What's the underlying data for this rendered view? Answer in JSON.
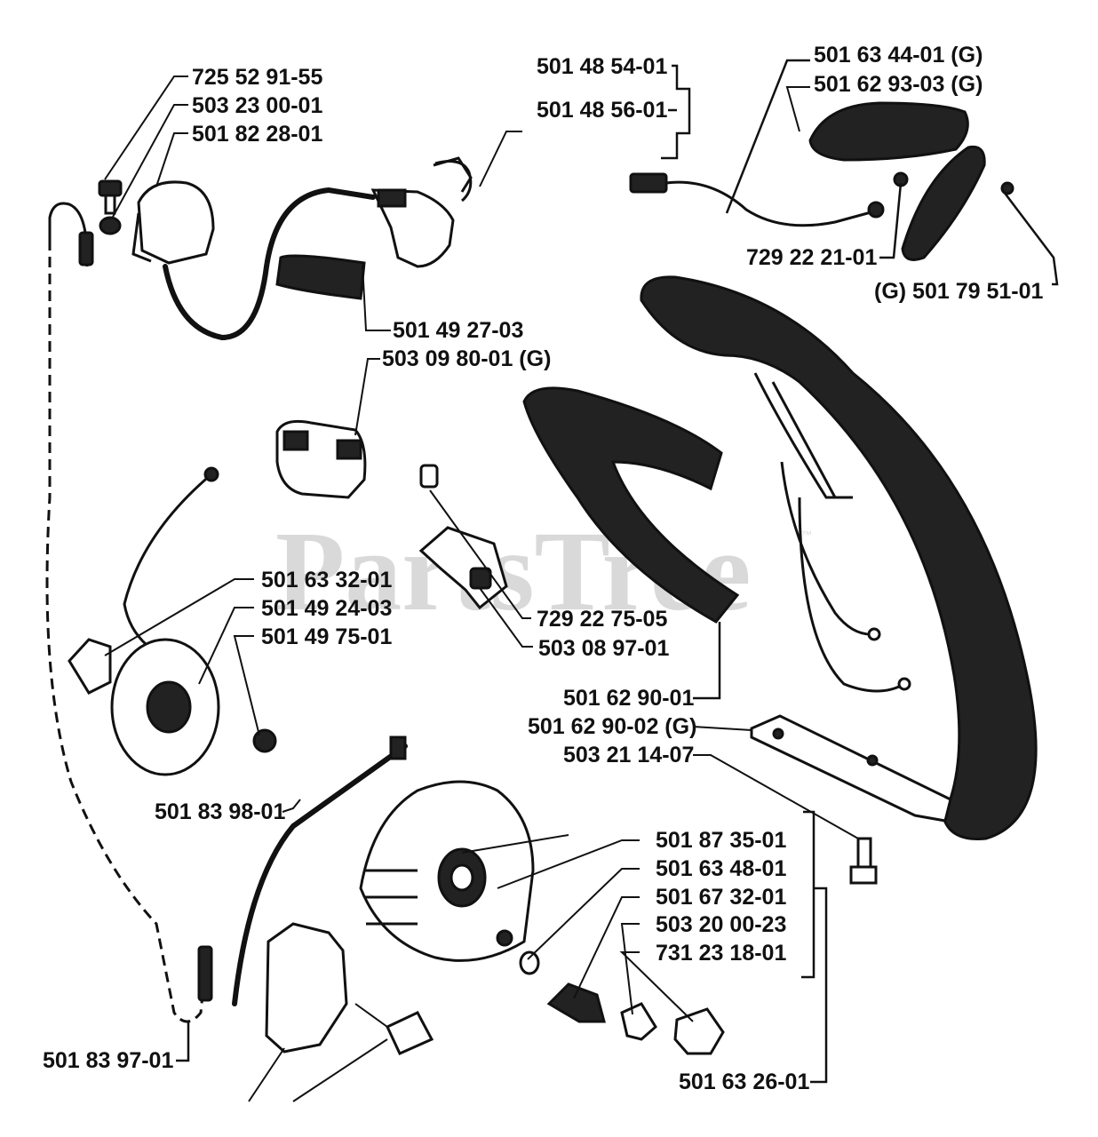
{
  "watermark": {
    "text": "PartsTree",
    "mark": "™"
  },
  "labels": {
    "p725529155": "725 52 91-55",
    "p503230001": "503 23 00-01",
    "p501822801": "501 82 28-01",
    "p501485401": "501 48 54-01",
    "p501485601": "501 48 56-01",
    "p501634401": "501 63 44-01 (G)",
    "p501629303": "501 62 93-03 (G)",
    "p729222101": "729 22 21-01",
    "p501795101": "(G) 501 79 51-01",
    "p501492703": "501 49 27-03",
    "p503098001": "503 09 80-01 (G)",
    "p501633201": "501 63 32-01",
    "p501492403": "501 49 24-03",
    "p501497501": "501 49 75-01",
    "p729227505": "729 22 75-05",
    "p503089701": "503 08 97-01",
    "p501629001": "501 62 90-01",
    "p501629002": "501 62 90-02 (G)",
    "p503211407": "503 21 14-07",
    "p501839801": "501 83 98-01",
    "p501873501": "501 87 35-01",
    "p501634801": "501 63 48-01",
    "p501673201": "501 67 32-01",
    "p503200023": "503 20 00-23",
    "p731231801": "731 23 18-01",
    "p501839701": "501 83 97-01",
    "p501632601": "501 63 26-01"
  }
}
